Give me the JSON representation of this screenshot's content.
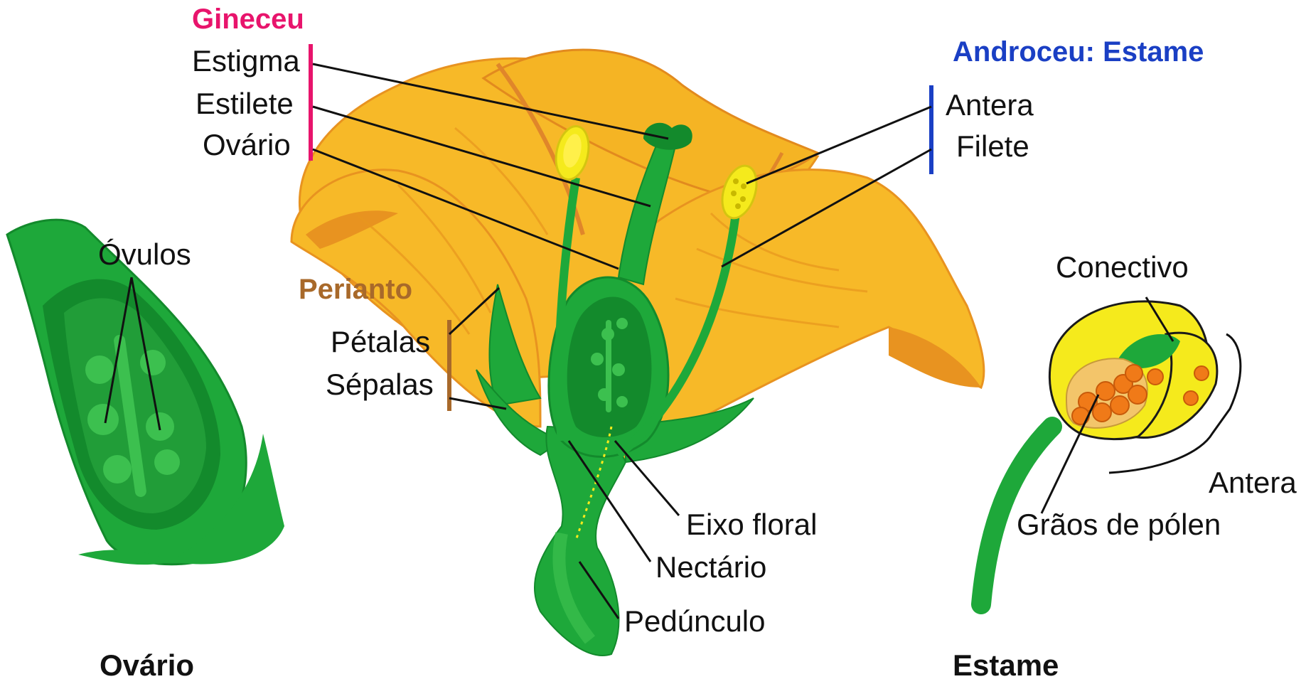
{
  "colors": {
    "gineceu": "#e8146c",
    "androceu": "#1a3fc4",
    "perianto": "#a8692a",
    "petal": "#f7b928",
    "petal_dark": "#e89320",
    "green": "#1ea83a",
    "green_dark": "#138a2c",
    "green_light": "#3cc04f",
    "anther_yellow": "#f5ea1c",
    "pollen": "#f07a18"
  },
  "headers": {
    "gineceu": "Gineceu",
    "androceu": "Androceu: Estame",
    "perianto": "Perianto"
  },
  "labels": {
    "estigma": "Estigma",
    "estilete": "Estilete",
    "ovario": "Ovário",
    "antera": "Antera",
    "filete": "Filete",
    "ovulos": "Óvulos",
    "petalas": "Pétalas",
    "sepalas": "Sépalas",
    "conectivo": "Conectivo",
    "antera_detail": "Antera",
    "eixo_floral": "Eixo floral",
    "graos_polen": "Grãos de pólen",
    "nectario": "Nectário",
    "pedunculo": "Pedúnculo"
  },
  "captions": {
    "ovario": "Ovário",
    "estame": "Estame"
  }
}
